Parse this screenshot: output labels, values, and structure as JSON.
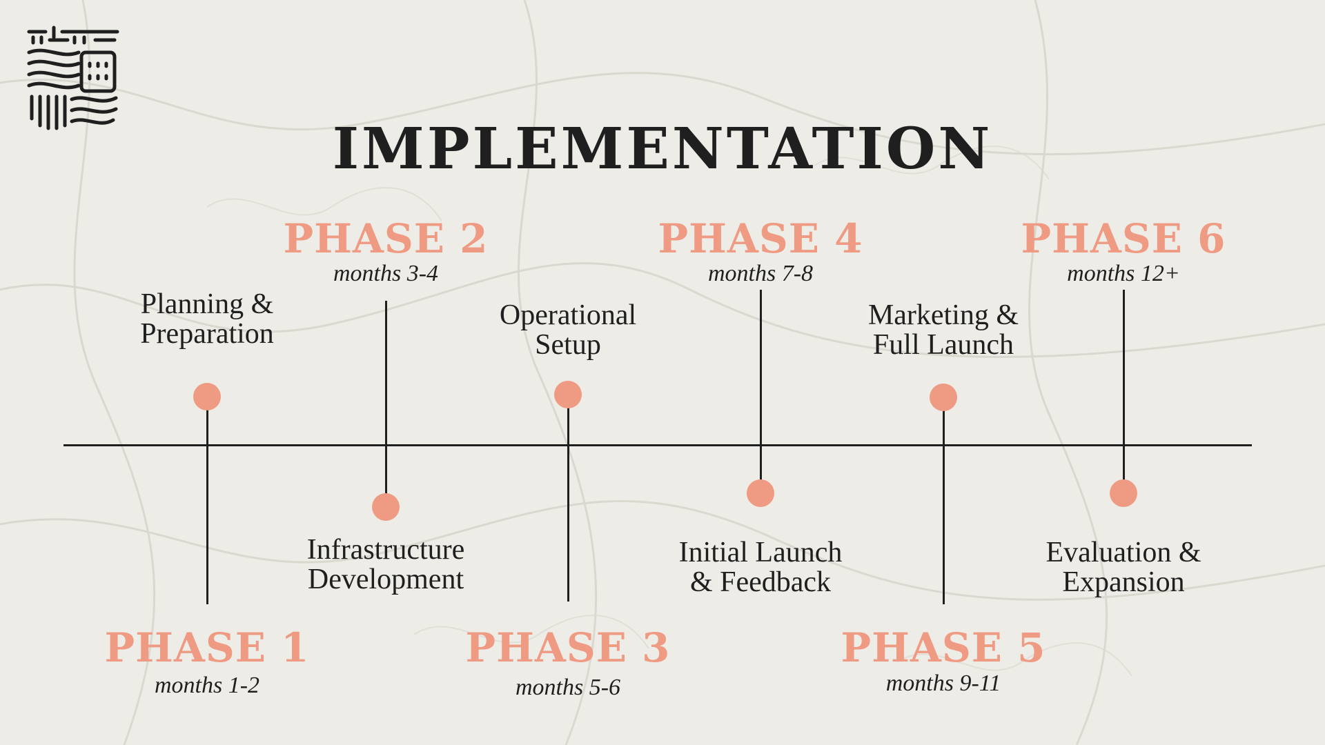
{
  "title": "IMPLEMENTATION",
  "logo": {
    "icon": "castle-waves-icon"
  },
  "colors": {
    "accent": "#ef9a82",
    "ink": "#1f1f1f",
    "background": "#eeece6"
  },
  "phases": [
    {
      "title": "PHASE 1",
      "months": "months 1-2",
      "description_lines": [
        "Planning &",
        "Preparation"
      ]
    },
    {
      "title": "PHASE 2",
      "months": "months 3-4",
      "description_lines": [
        "Infrastructure",
        "Development"
      ]
    },
    {
      "title": "PHASE 3",
      "months": "months 5-6",
      "description_lines": [
        "Operational",
        "Setup"
      ]
    },
    {
      "title": "PHASE 4",
      "months": "months 7-8",
      "description_lines": [
        "Initial Launch",
        "& Feedback"
      ]
    },
    {
      "title": "PHASE 5",
      "months": "months 9-11",
      "description_lines": [
        "Marketing &",
        "Full Launch"
      ]
    },
    {
      "title": "PHASE 6",
      "months": "months 12+",
      "description_lines": [
        "Evaluation &",
        "Expansion"
      ]
    }
  ]
}
